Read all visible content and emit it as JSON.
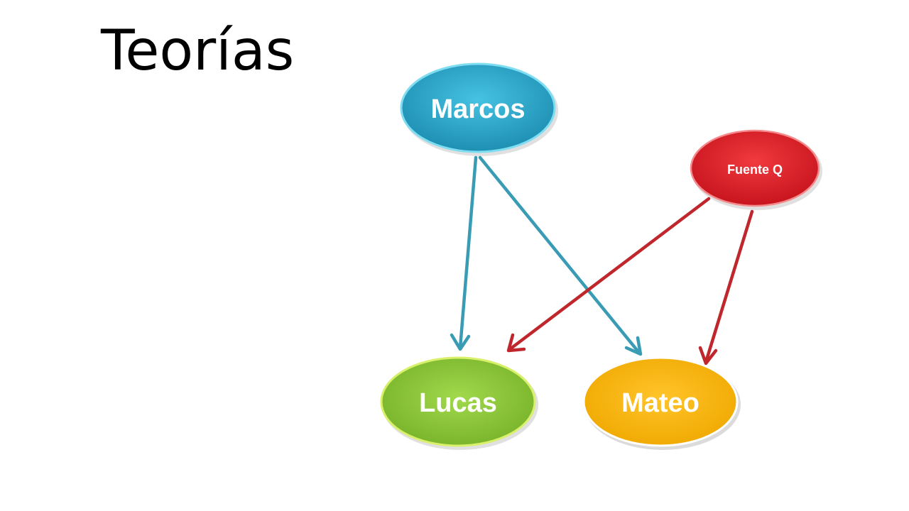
{
  "slide": {
    "title": "Teorías"
  },
  "diagram": {
    "nodes": {
      "marcos": {
        "label": "Marcos",
        "color": "#2EA3C6"
      },
      "fuente_q": {
        "label": "Fuente Q",
        "color": "#E0202A"
      },
      "lucas": {
        "label": "Lucas",
        "color": "#8CC63F"
      },
      "mateo": {
        "label": "Mateo",
        "color": "#F9B613"
      }
    },
    "edges": [
      {
        "from": "Marcos",
        "to": "Lucas",
        "color": "#3A9BB5"
      },
      {
        "from": "Marcos",
        "to": "Mateo",
        "color": "#3A9BB5"
      },
      {
        "from": "Fuente Q",
        "to": "Lucas",
        "color": "#C0272D"
      },
      {
        "from": "Fuente Q",
        "to": "Mateo",
        "color": "#C0272D"
      }
    ]
  }
}
